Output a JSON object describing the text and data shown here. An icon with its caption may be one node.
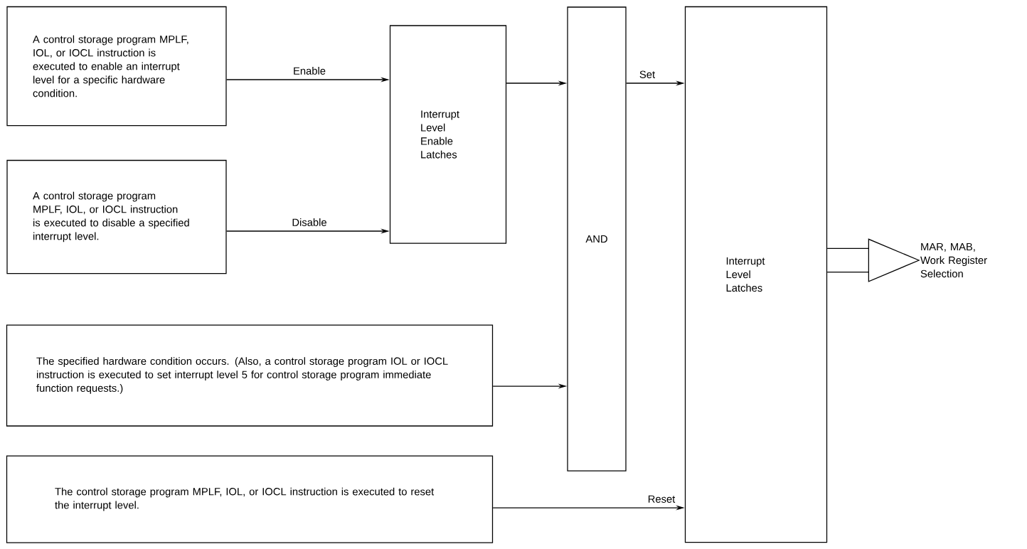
{
  "diagram": {
    "nodes": [
      {
        "text": [
          "A control storage program MPLF, IOL, or IOCL instruction is executed to enable an interrupt level for a specific hardware condition."
        ]
      },
      {
        "text": [
          "A control storage program MPLF, IOL, or IOCL instruction is executed to disable a specified interrupt level."
        ]
      },
      {
        "text": [
          "The specified hardware condition occurs. (Also, a control storage program IOL or IOCL instruction is executed to set interrupt level 5 for control storage program immediate function requests.)"
        ]
      },
      {
        "text": [
          "The control storage program MPLF, IOL, or IOCL instruction is executed to reset the interrupt level."
        ]
      },
      {
        "text": [
          "Interrupt Level Enable Latches"
        ]
      },
      {
        "text": [
          "AND"
        ]
      },
      {
        "text": [
          "Interrupt Level Latches"
        ]
      },
      {
        "text": [
          "MAR, MAB, Work Register Selection"
        ]
      }
    ],
    "edges": [
      {
        "from": 0,
        "to": 4,
        "arrow": "to",
        "label": "Enable"
      },
      {
        "from": 1,
        "to": 4,
        "arrow": "to",
        "label": "Disable"
      },
      {
        "from": 4,
        "to": 5,
        "arrow": "to"
      },
      {
        "from": 2,
        "to": 5,
        "arrow": "to"
      },
      {
        "from": 5,
        "to": 6,
        "arrow": "to",
        "label": "Set"
      },
      {
        "from": 3,
        "to": 6,
        "arrow": "to",
        "label": "Reset"
      },
      {
        "from": 6,
        "to": 7,
        "arrow": "to",
        "style": "thick"
      }
    ]
  }
}
